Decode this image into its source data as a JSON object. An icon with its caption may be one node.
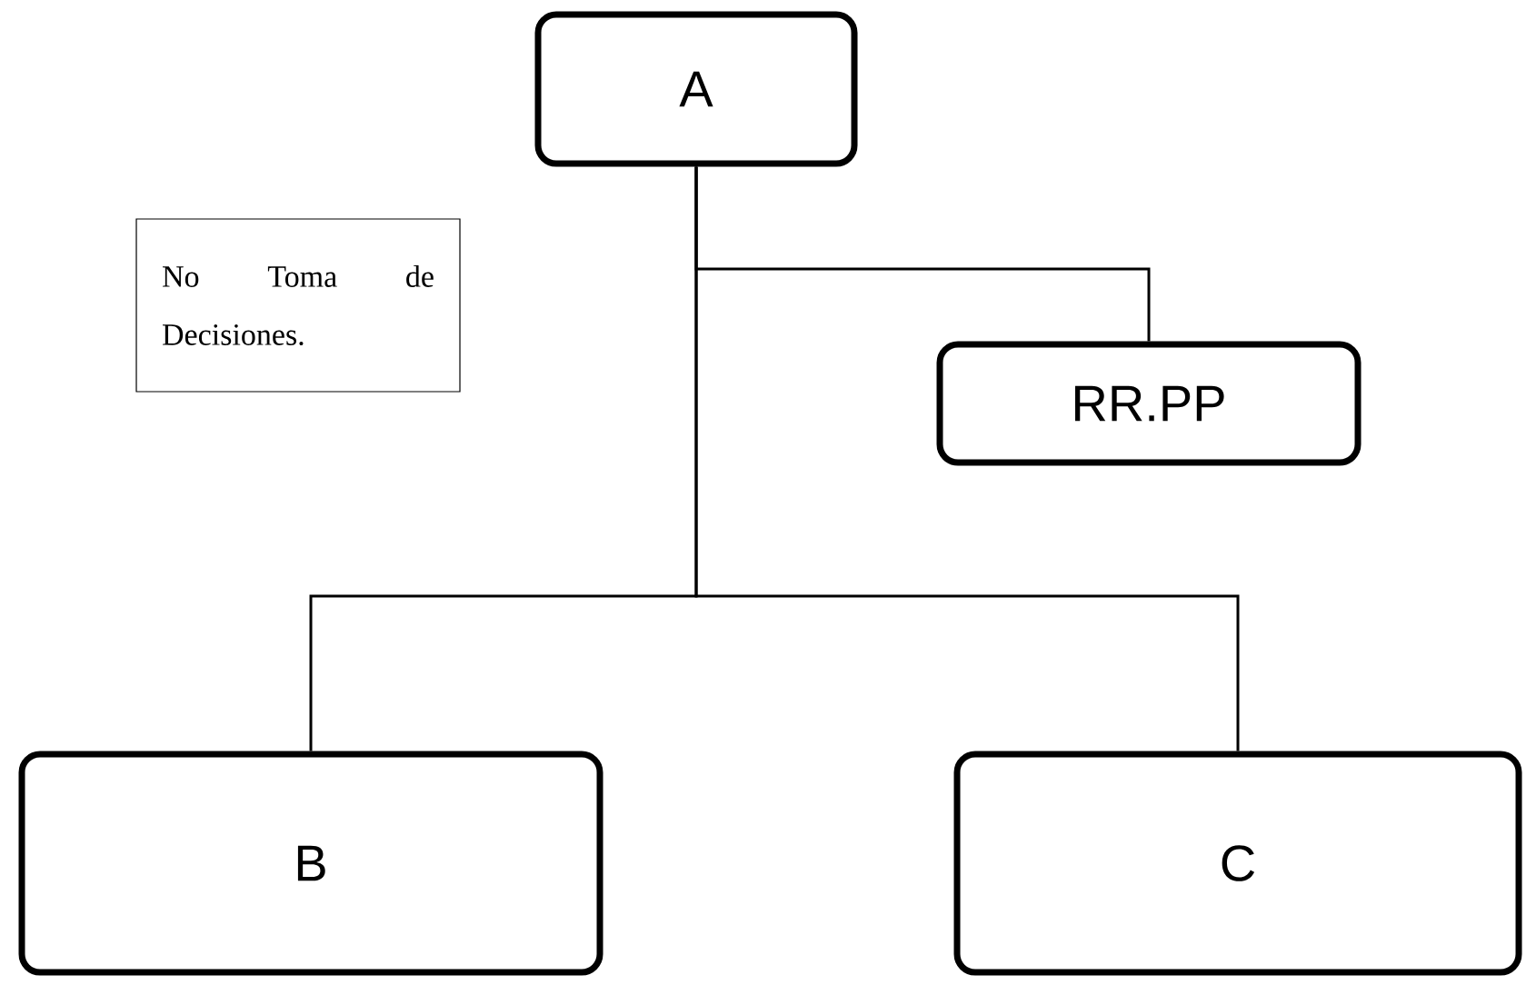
{
  "diagram": {
    "nodes": [
      {
        "text": [
          "A"
        ]
      },
      {
        "text": [
          "No Toma de Decisiones."
        ]
      },
      {
        "text": [
          "RR.PP"
        ]
      },
      {
        "text": [
          "B"
        ]
      },
      {
        "text": [
          "C"
        ]
      }
    ],
    "edges": [
      {
        "from": 0,
        "to": 2,
        "arrow": "none"
      },
      {
        "from": 0,
        "to": 3,
        "arrow": "none"
      },
      {
        "from": 0,
        "to": 4,
        "arrow": "none"
      }
    ]
  }
}
